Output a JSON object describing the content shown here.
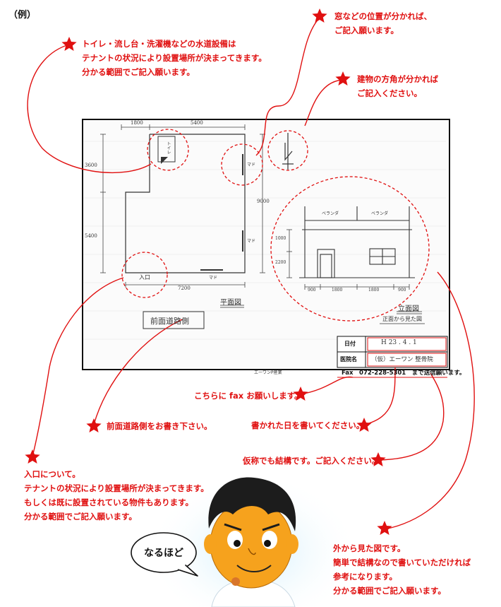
{
  "example_label": "（例）",
  "annotations": {
    "plumbing": [
      "トイレ・流し台・洗濯機などの水道設備は",
      "テナントの状況により設置場所が決まってきます。",
      "分かる範囲でご記入願います。"
    ],
    "windows": [
      "窓などの位置が分かれば、",
      "ご記入願います。"
    ],
    "direction": [
      "建物の方角が分かれば",
      "ご記入ください。"
    ],
    "fax": "こちらに fax お願いします。",
    "front_road": "前面道路側をお書き下さい。",
    "date": "書かれた日を書いてください。",
    "clinic_name": "仮称でも結構です。ご記入ください。",
    "entrance": [
      "入口について。",
      "テナントの状況により設置場所が決まってきます。",
      "もしくは既に設置されている物件もあります。",
      "分かる範囲でご記入願います。"
    ],
    "elevation": [
      "外から見た図です。",
      "簡単で結構なので書いていただければ",
      "参考になります。",
      "分かる範囲でご記入願います。"
    ]
  },
  "speech_bubble": "なるほど",
  "sheet": {
    "form_labels": {
      "date": "日付",
      "clinic": "医院名"
    },
    "form_values": {
      "date": "H 23 . 4 . 1",
      "clinic": "（仮）エーワン 整骨院"
    },
    "fax_line": "Fax　072-228-5301　まで送信願います。",
    "brand": "エーワンP産業",
    "plan_title": "平面図",
    "elevation_title": "立面図",
    "elevation_caption": "正面から見た図",
    "road_label": "前面道路側",
    "entrance_label": "入口",
    "toilet_label": "トイレ",
    "window_label": "マド",
    "verandah_label": "ベランダ",
    "dims_top": [
      "1800",
      "5400"
    ],
    "dim_bottom": "7200",
    "dims_left": [
      "3600",
      "5400"
    ],
    "dim_right": "9000",
    "elev_dims_left": [
      "1000",
      "2200"
    ],
    "elev_dims_bottom": [
      "900",
      "1800",
      "1800",
      "900"
    ]
  }
}
